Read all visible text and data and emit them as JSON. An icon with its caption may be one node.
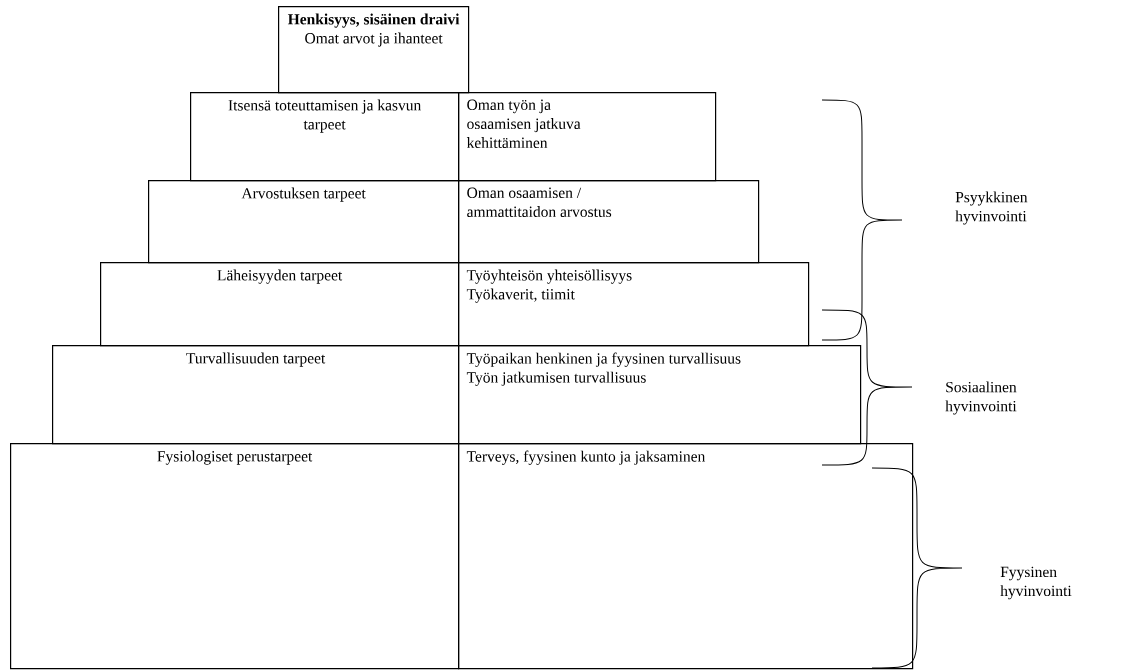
{
  "diagram": {
    "nodes": [
      {
        "text": [
          "Henkisyys, sisäinen draivi",
          "Omat arvot ja ihanteet"
        ]
      },
      {
        "text": [
          "Itsensä toteuttamisen ja kasvun tarpeet"
        ]
      },
      {
        "text": [
          "Oman työn ja osaamisen jatkuva kehittäminen"
        ]
      },
      {
        "text": [
          "Arvostuksen tarpeet"
        ]
      },
      {
        "text": [
          "Oman osaamisen / ammattitaidon arvostus"
        ]
      },
      {
        "text": [
          "Läheisyyden tarpeet"
        ]
      },
      {
        "text": [
          "Työyhteisön yhteisöllisyys",
          "Työkaverit, tiimit"
        ]
      },
      {
        "text": [
          "Turvallisuuden tarpeet"
        ]
      },
      {
        "text": [
          "Työpaikan henkinen ja fyysinen turvallisuus",
          "Työn jatkumisen turvallisuus"
        ]
      },
      {
        "text": [
          "Fysiologiset perustarpeet"
        ]
      },
      {
        "text": [
          "Terveys, fyysinen kunto ja jaksaminen"
        ]
      }
    ],
    "labels": [
      "Psyykkinen hyvinvointi",
      "Sosiaalinen hyvinvointi",
      "Fyysinen hyvinvointi"
    ]
  }
}
